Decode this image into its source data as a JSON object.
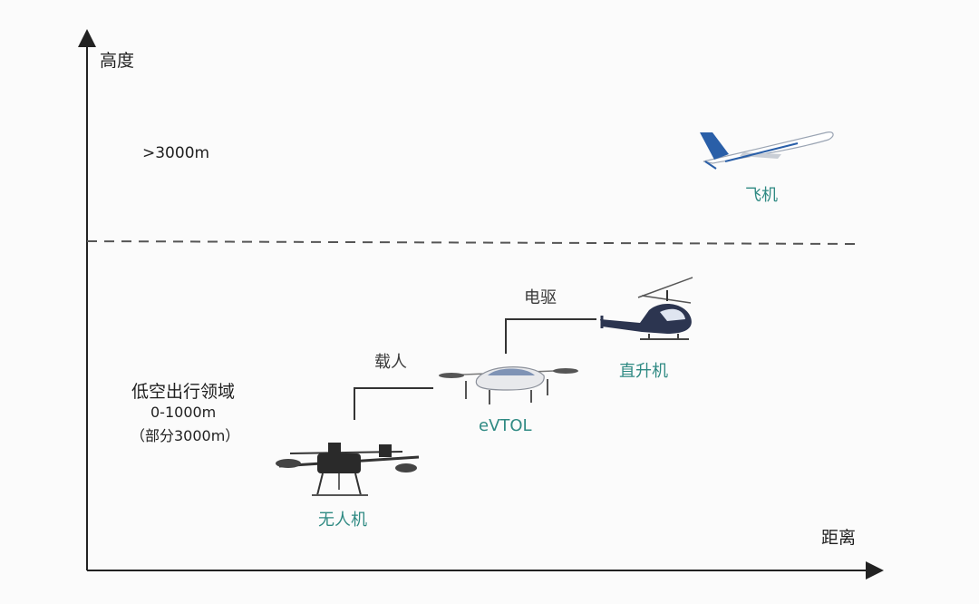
{
  "axes": {
    "y_label": "高度",
    "x_label": "距离"
  },
  "altitude_threshold": ">3000m",
  "low_altitude_zone": {
    "title": "低空出行领域",
    "range": "0-1000m",
    "note": "（部分3000m）"
  },
  "vehicles": {
    "drone": "无人机",
    "evtol": "eVTOL",
    "helicopter": "直升机",
    "airplane": "飞机"
  },
  "steps": {
    "manned": "载人",
    "electric": "电驱"
  },
  "colors": {
    "vehicle_label": "#2f8a83",
    "axis": "#222222",
    "dashed_line": "#555555",
    "airplane_body": "#ffffff",
    "airplane_tail": "#2a5fa8",
    "helicopter_body": "#2c3550",
    "evtol_canopy": "#7f93b5",
    "drone_body": "#2a2a2a"
  }
}
